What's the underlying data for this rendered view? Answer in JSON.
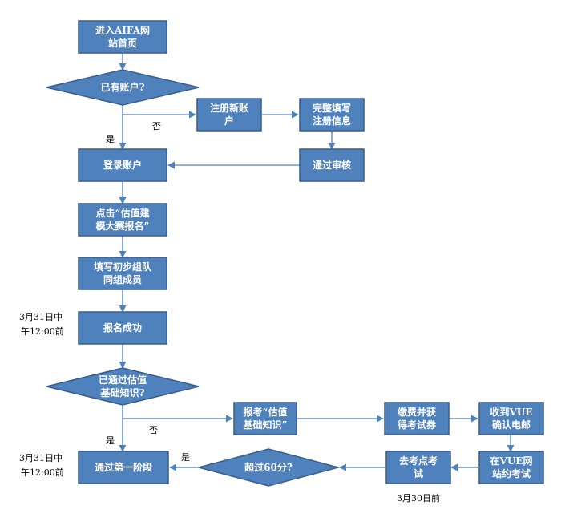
{
  "nodes": {
    "enter_site": [
      "进入AIFA网",
      "站首页"
    ],
    "has_account": [
      "已有账户?"
    ],
    "register": [
      "注册新账",
      "户"
    ],
    "complete_info": [
      "完整填写",
      "注册信息"
    ],
    "login": [
      "登录账户"
    ],
    "review": [
      "通过审核"
    ],
    "click_signup": [
      "点击“估值建",
      "模大赛报名”"
    ],
    "fill_team": [
      "填写初步组队",
      "同组成员"
    ],
    "signup_success": [
      "报名成功"
    ],
    "passed_basics": [
      "已通过估值",
      "基础知识?"
    ],
    "register_exam": [
      "报考“估值",
      "基础知识”"
    ],
    "pay_fee": [
      "缴费并获",
      "得考试券"
    ],
    "receive_email": [
      "收到VUE",
      "确认电邮"
    ],
    "book_exam": [
      "在VUE网",
      "站约考试"
    ],
    "take_exam": [
      "去考点考",
      "试"
    ],
    "over_60": [
      "超过60分?"
    ],
    "stage_one": [
      "通过第一阶段"
    ]
  },
  "labels": {
    "no_1": "否",
    "yes_1": "是",
    "no_2": "否",
    "yes_2": "是",
    "yes_3": "是",
    "deadline_1": [
      "3月31日中",
      "午12:00前"
    ],
    "deadline_2": [
      "3月31日中",
      "午12:00前"
    ],
    "deadline_3": "3月30日前"
  },
  "colors": {
    "box_fill": "#4f81bd",
    "box_border": "#385d8a",
    "box_text": "#ffffff",
    "arrow": "#4f81bd"
  }
}
